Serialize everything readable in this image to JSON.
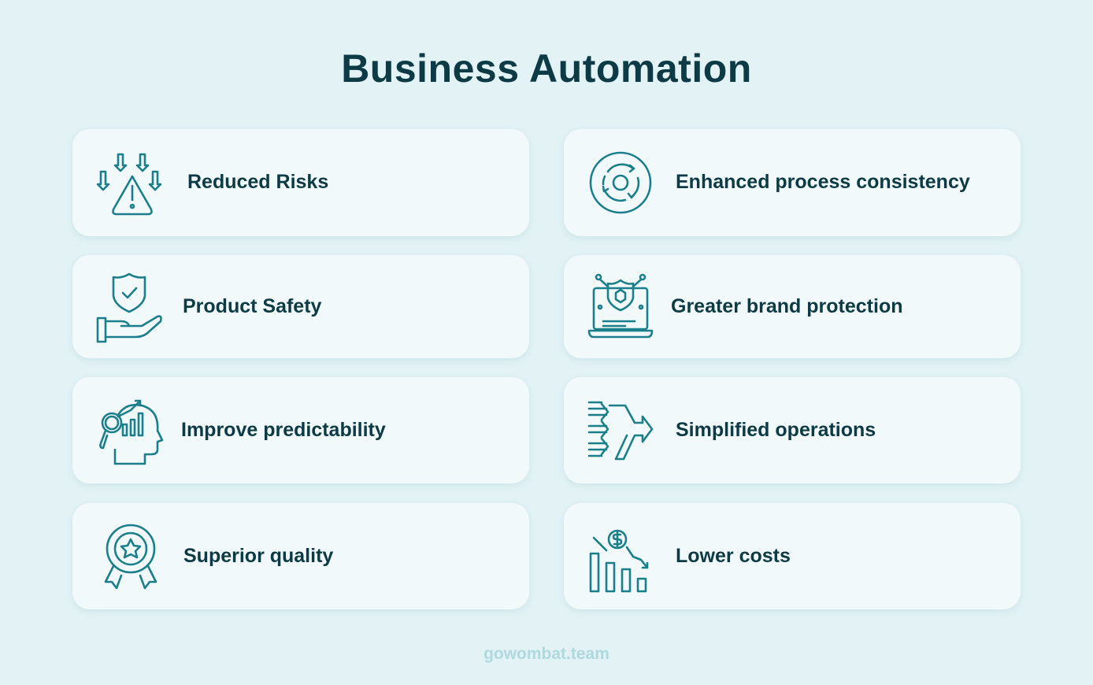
{
  "title": "Business Automation",
  "accent_color": "#1a7f8a",
  "text_color": "#0c3a45",
  "cards": [
    {
      "label": "Reduced Risks",
      "icon": "warning-arrows-icon"
    },
    {
      "label": "Enhanced process consistency",
      "icon": "cycle-icon"
    },
    {
      "label": "Product Safety",
      "icon": "hand-shield-icon"
    },
    {
      "label": "Greater brand protection",
      "icon": "laptop-shield-icon"
    },
    {
      "label": "Improve predictability",
      "icon": "head-analytics-icon"
    },
    {
      "label": "Simplified operations",
      "icon": "merging-arrows-icon"
    },
    {
      "label": "Superior quality",
      "icon": "award-star-icon"
    },
    {
      "label": "Lower costs",
      "icon": "falling-cost-chart-icon"
    }
  ],
  "footer": "gowombat.team"
}
